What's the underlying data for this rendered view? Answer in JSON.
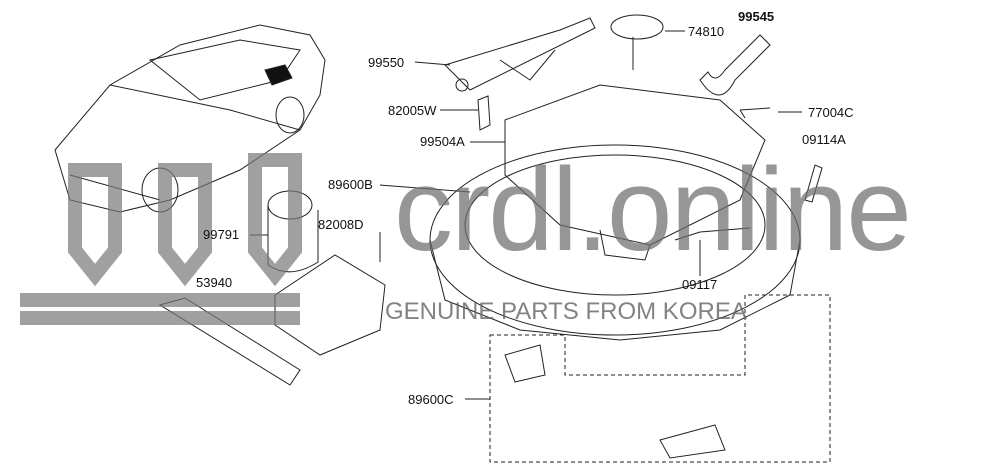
{
  "diagram": {
    "part_labels": {
      "p99550": "99550",
      "p74810": "74810",
      "p99545": "99545",
      "p82005W": "82005W",
      "p77004C": "77004C",
      "p99504A": "99504A",
      "p09114A": "09114A",
      "p89600B": "89600B",
      "p99791": "99791",
      "p82008D": "82008D",
      "p09117": "09117",
      "p53940": "53940",
      "p89600C": "89600C"
    },
    "watermark": {
      "brand": "crdl.online",
      "tagline": "GENUINE PARTS FROM KOREA"
    }
  }
}
